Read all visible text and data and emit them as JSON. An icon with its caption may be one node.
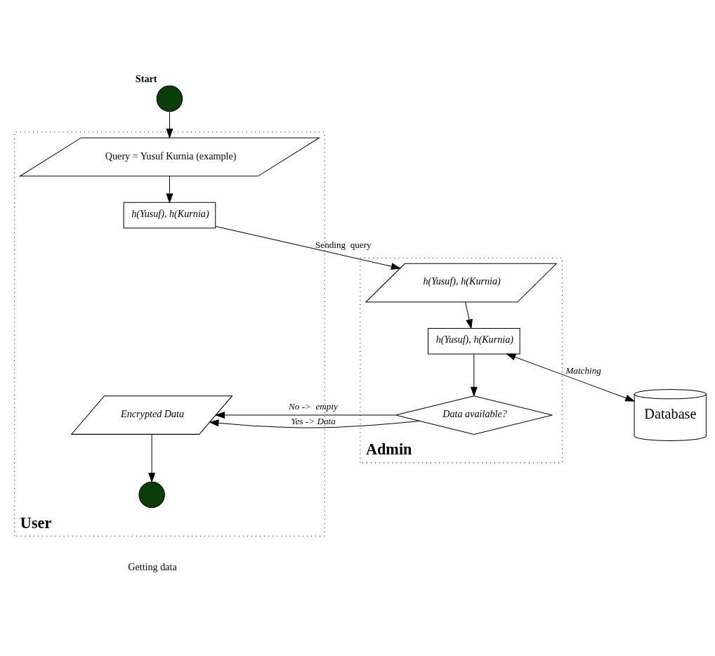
{
  "diagram": {
    "nodes": [
      {
        "text": [],
        "shape": "circle",
        "beside": [
          "Start"
        ]
      },
      {
        "text": [
          "User"
        ]
      },
      {
        "text": [
          "Query = Yusuf Kurnia (example)"
        ],
        "in": 1
      },
      {
        "text": [
          "h(Yusuf), h(Kurnia)"
        ],
        "in": 1
      },
      {
        "text": [
          "Encrypted Data"
        ],
        "in": 1
      },
      {
        "text": [],
        "shape": "circle",
        "in": 1
      },
      {
        "text": [
          "Admin"
        ]
      },
      {
        "text": [
          "h(Yusuf), h(Kurnia)"
        ],
        "in": 6
      },
      {
        "text": [
          "h(Yusuf), h(Kurnia)"
        ],
        "in": 6
      },
      {
        "text": [
          "Data available?"
        ],
        "in": 6
      },
      {
        "text": [
          "Database"
        ]
      }
    ],
    "edges": [
      {
        "from": 0,
        "to": 2,
        "arrow": "to"
      },
      {
        "from": 2,
        "to": 3,
        "arrow": "to"
      },
      {
        "from": 3,
        "to": 7,
        "arrow": "to",
        "label": "Sending  query"
      },
      {
        "from": 7,
        "to": 8,
        "arrow": "to"
      },
      {
        "from": 8,
        "to": 10,
        "arrow": "both",
        "label": "Matching"
      },
      {
        "from": 8,
        "to": 9,
        "arrow": "to"
      },
      {
        "from": 9,
        "to": 4,
        "arrow": "to",
        "label": "Yes -> Data"
      },
      {
        "from": 9,
        "to": 4,
        "arrow": "to",
        "label": "No ->  empty"
      },
      {
        "from": 4,
        "to": 5,
        "arrow": "to"
      }
    ],
    "labels": [
      "Getting data"
    ]
  }
}
